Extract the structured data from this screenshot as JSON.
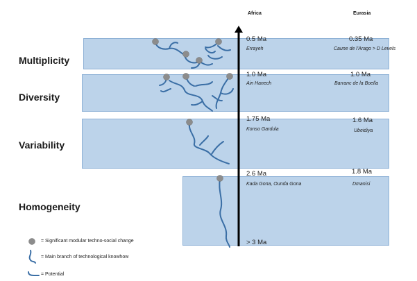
{
  "columns": {
    "africa": "Africa",
    "eurasia": "Eurasia"
  },
  "stages": [
    {
      "label": "Multiplicity",
      "africa_age": "0.5 Ma",
      "africa_site": "Errayeh",
      "eurasia_age": "0.35 Ma",
      "eurasia_site": "Caune de l'Arago > D Levels"
    },
    {
      "label": "Diversity",
      "africa_age": "1.0 Ma",
      "africa_site": "Ain Hanech",
      "eurasia_age": "1.0 Ma",
      "eurasia_site": "Barranc de la Boella"
    },
    {
      "label": "Variability",
      "africa_age": "1.75 Ma",
      "africa_site": "Konso Gardula",
      "eurasia_age": "1.6 Ma",
      "eurasia_site": "Ubeidiya"
    },
    {
      "label": "Homogeneity",
      "africa_age": "2.6 Ma",
      "africa_site": "Kada Gona, Ounda Gona",
      "eurasia_age": "1.8 Ma",
      "eurasia_site": "Dmanisi"
    }
  ],
  "axis_base": "> 3 Ma",
  "legend": [
    {
      "icon": "grey-dot-icon",
      "text": "= Significant modular techno-social change"
    },
    {
      "icon": "main-branch-icon",
      "text": "= Main branch of technological knowhow"
    },
    {
      "icon": "potential-icon",
      "text": "= Potential"
    }
  ],
  "colors": {
    "band_fill": "#bcd3ea",
    "band_border": "#8eb1d6",
    "branch": "#3a6ea5",
    "node": "#8c8c8c",
    "axis": "#000000"
  }
}
